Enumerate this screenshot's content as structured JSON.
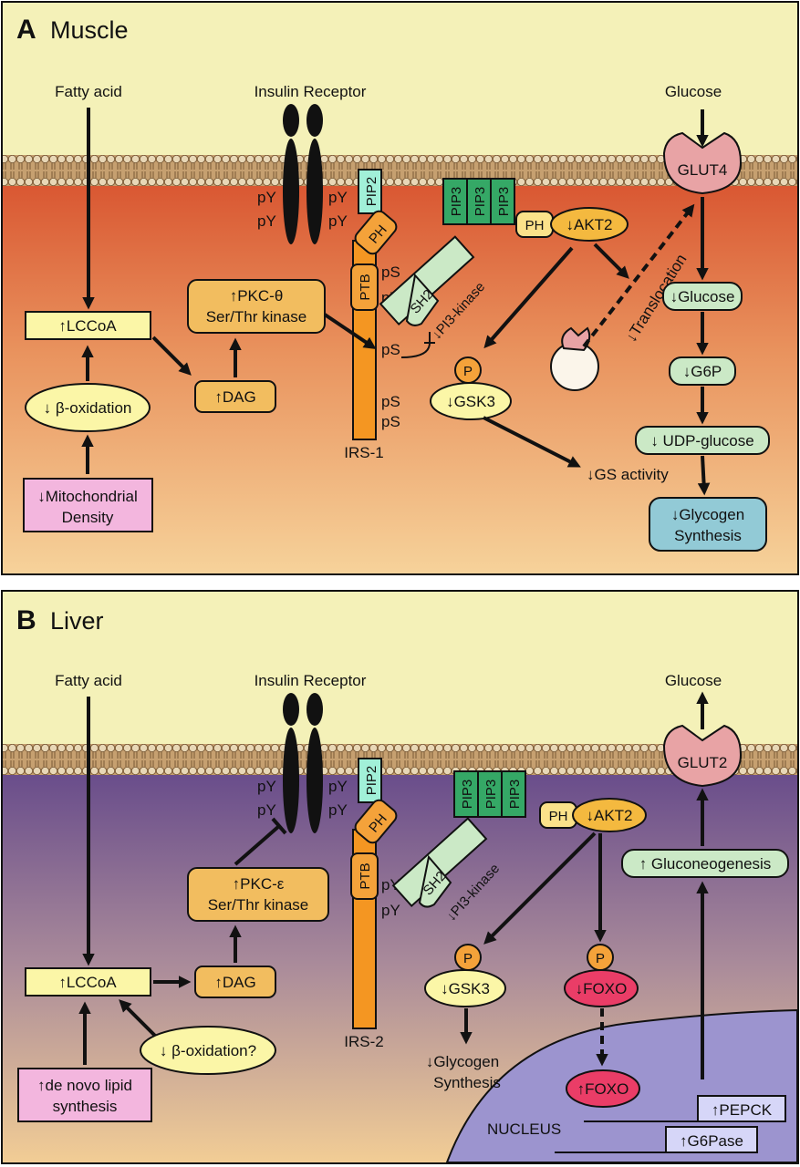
{
  "panelA": {
    "letter": "A",
    "title": "Muscle",
    "fatty_acid": "Fatty acid",
    "insulin_receptor": "Insulin Receptor",
    "glucose_out": "Glucose",
    "glut": "GLUT4",
    "pY": "pY",
    "pS": "pS",
    "pip2": "PIP2",
    "pip3": "PIP3",
    "ph": "PH",
    "ptb": "PTB",
    "sh2": "SH2",
    "pi3k": "↓PI3-kinase",
    "akt2": "↓AKT2",
    "translocation": "↓Translocation",
    "lccoa": "↑LCCoA",
    "pkc_line1": "↑PKC-θ",
    "pkc_line2": "Ser/Thr kinase",
    "dag": "↑DAG",
    "beta_ox": "↓ β-oxidation",
    "mito_line1": "↓Mitochondrial",
    "mito_line2": "Density",
    "irs": "IRS-1",
    "p": "P",
    "gsk3": "↓GSK3",
    "gs_activity": "↓GS activity",
    "glucose_in": "↓Glucose",
    "g6p": "↓G6P",
    "udp": "↓ UDP-glucose",
    "glycogen_line1": "↓Glycogen",
    "glycogen_line2": "Synthesis"
  },
  "panelB": {
    "letter": "B",
    "title": "Liver",
    "fatty_acid": "Fatty acid",
    "insulin_receptor": "Insulin Receptor",
    "glucose_out": "Glucose",
    "glut": "GLUT2",
    "pY": "pY",
    "pip2": "PIP2",
    "pip3": "PIP3",
    "ph": "PH",
    "ptb": "PTB",
    "sh2": "SH2",
    "pi3k": "↓PI3-kinase",
    "akt2": "↓AKT2",
    "pkc_line1": "↑PKC-ε",
    "pkc_line2": "Ser/Thr kinase",
    "lccoa": "↑LCCoA",
    "dag": "↑DAG",
    "beta_ox": "↓ β-oxidation?",
    "denovo_line1": "↑de novo lipid",
    "denovo_line2": "synthesis",
    "irs": "IRS-2",
    "p": "P",
    "gsk3": "↓GSK3",
    "glycogen_line1": "↓Glycogen",
    "glycogen_line2": "Synthesis",
    "foxo_cyto": "↓FOXO",
    "foxo_nuc": "↑FOXO",
    "gluconeo": "↑ Gluconeogenesis",
    "nucleus": "NUCLEUS",
    "pepck": "↑PEPCK",
    "g6pase": "↑G6Pase"
  },
  "colors": {
    "extracellular": "#f3f0b6",
    "muscle_top": "#db5a34",
    "muscle_bottom": "#f6cd96",
    "liver_top": "#6b4e8c",
    "liver_bottom": "#f2cb94",
    "nucleus": "#9c94cf",
    "yellow_box": "#fbf6a7",
    "orange_box": "#f2bd5f",
    "pink_box": "#f2b5de",
    "green_box": "#cbe9c6",
    "blue_box": "#92cad6",
    "pip3_green": "#35a866",
    "pip2_cyan": "#9ff0d6",
    "irs_orange": "#f49622",
    "foxo_red": "#ea3d67",
    "glut_pink": "#e8a3a5"
  }
}
